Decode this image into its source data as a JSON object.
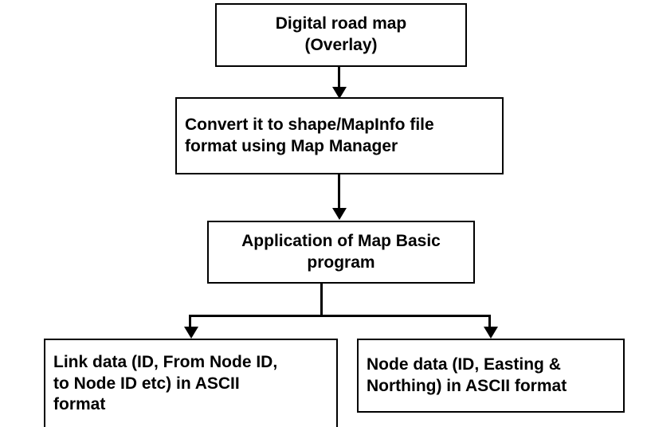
{
  "diagram": {
    "title": "Digital road map data preparation flowchart",
    "type": "flowchart",
    "background_color": "#ffffff",
    "line_color": "#000000",
    "text_color": "#000000",
    "nodes": [
      {
        "id": "digital-road-map",
        "text": "Digital road map\n(Overlay)",
        "align": "center"
      },
      {
        "id": "convert-format",
        "text": "Convert it to shape/MapInfo file\nformat using Map Manager",
        "align": "left"
      },
      {
        "id": "map-basic",
        "text": "Application of Map Basic\nprogram",
        "align": "center"
      },
      {
        "id": "link-data",
        "text": "Link data (ID, From Node ID,\nto Node ID etc) in ASCII\nformat",
        "align": "left"
      },
      {
        "id": "node-data",
        "text": "Node data (ID, Easting &\nNorthing) in ASCII format",
        "align": "left"
      }
    ],
    "edges": [
      {
        "from": "digital-road-map",
        "to": "convert-format",
        "style": "arrow-down"
      },
      {
        "from": "convert-format",
        "to": "map-basic",
        "style": "arrow-down"
      },
      {
        "from": "map-basic",
        "to": "link-data",
        "style": "branch-arrow-down-left"
      },
      {
        "from": "map-basic",
        "to": "node-data",
        "style": "branch-arrow-down-right"
      }
    ]
  }
}
